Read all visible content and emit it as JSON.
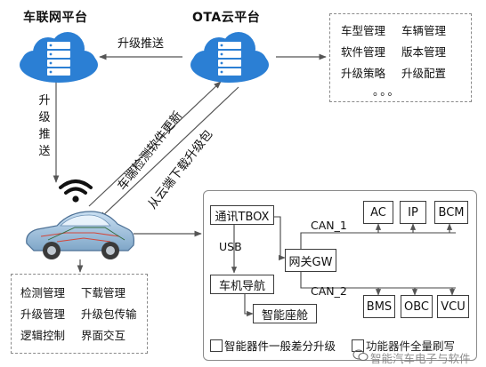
{
  "clouds": {
    "left_title": "车联网平台",
    "right_title": "OTA云平台",
    "push_label": "升级推送",
    "vertical_push": "升\n级\n推\n送"
  },
  "diag_labels": {
    "detect": "车端检测软件更新",
    "download": "从云端下载升级包"
  },
  "management": {
    "items": [
      "车型管理",
      "车辆管理",
      "软件管理",
      "版本管理",
      "升级策略",
      "升级配置"
    ],
    "ellipsis": "。。。"
  },
  "vehicle_functions": {
    "items": [
      "检测管理",
      "下载管理",
      "升级管理",
      "升级包传输",
      "逻辑控制",
      "界面交互"
    ]
  },
  "ecu": {
    "tbox": "通讯TBOX",
    "usb": "USB",
    "infotainment": "车机导航",
    "cockpit": "智能座舱",
    "gateway": "网关GW",
    "can1": "CAN_1",
    "can2": "CAN_2",
    "can1_nodes": [
      "AC",
      "IP",
      "BCM"
    ],
    "can2_nodes": [
      "BMS",
      "OBC",
      "VCU"
    ]
  },
  "legend": {
    "item1": "智能器件一般差分升级",
    "item2": "功能器件全量刷写",
    "watermark": "智能汽车电子与软件"
  },
  "colors": {
    "cloud": "#2b7fd4",
    "server": "#ffffff",
    "line": "#666666",
    "box_border": "#8a8a8a"
  }
}
